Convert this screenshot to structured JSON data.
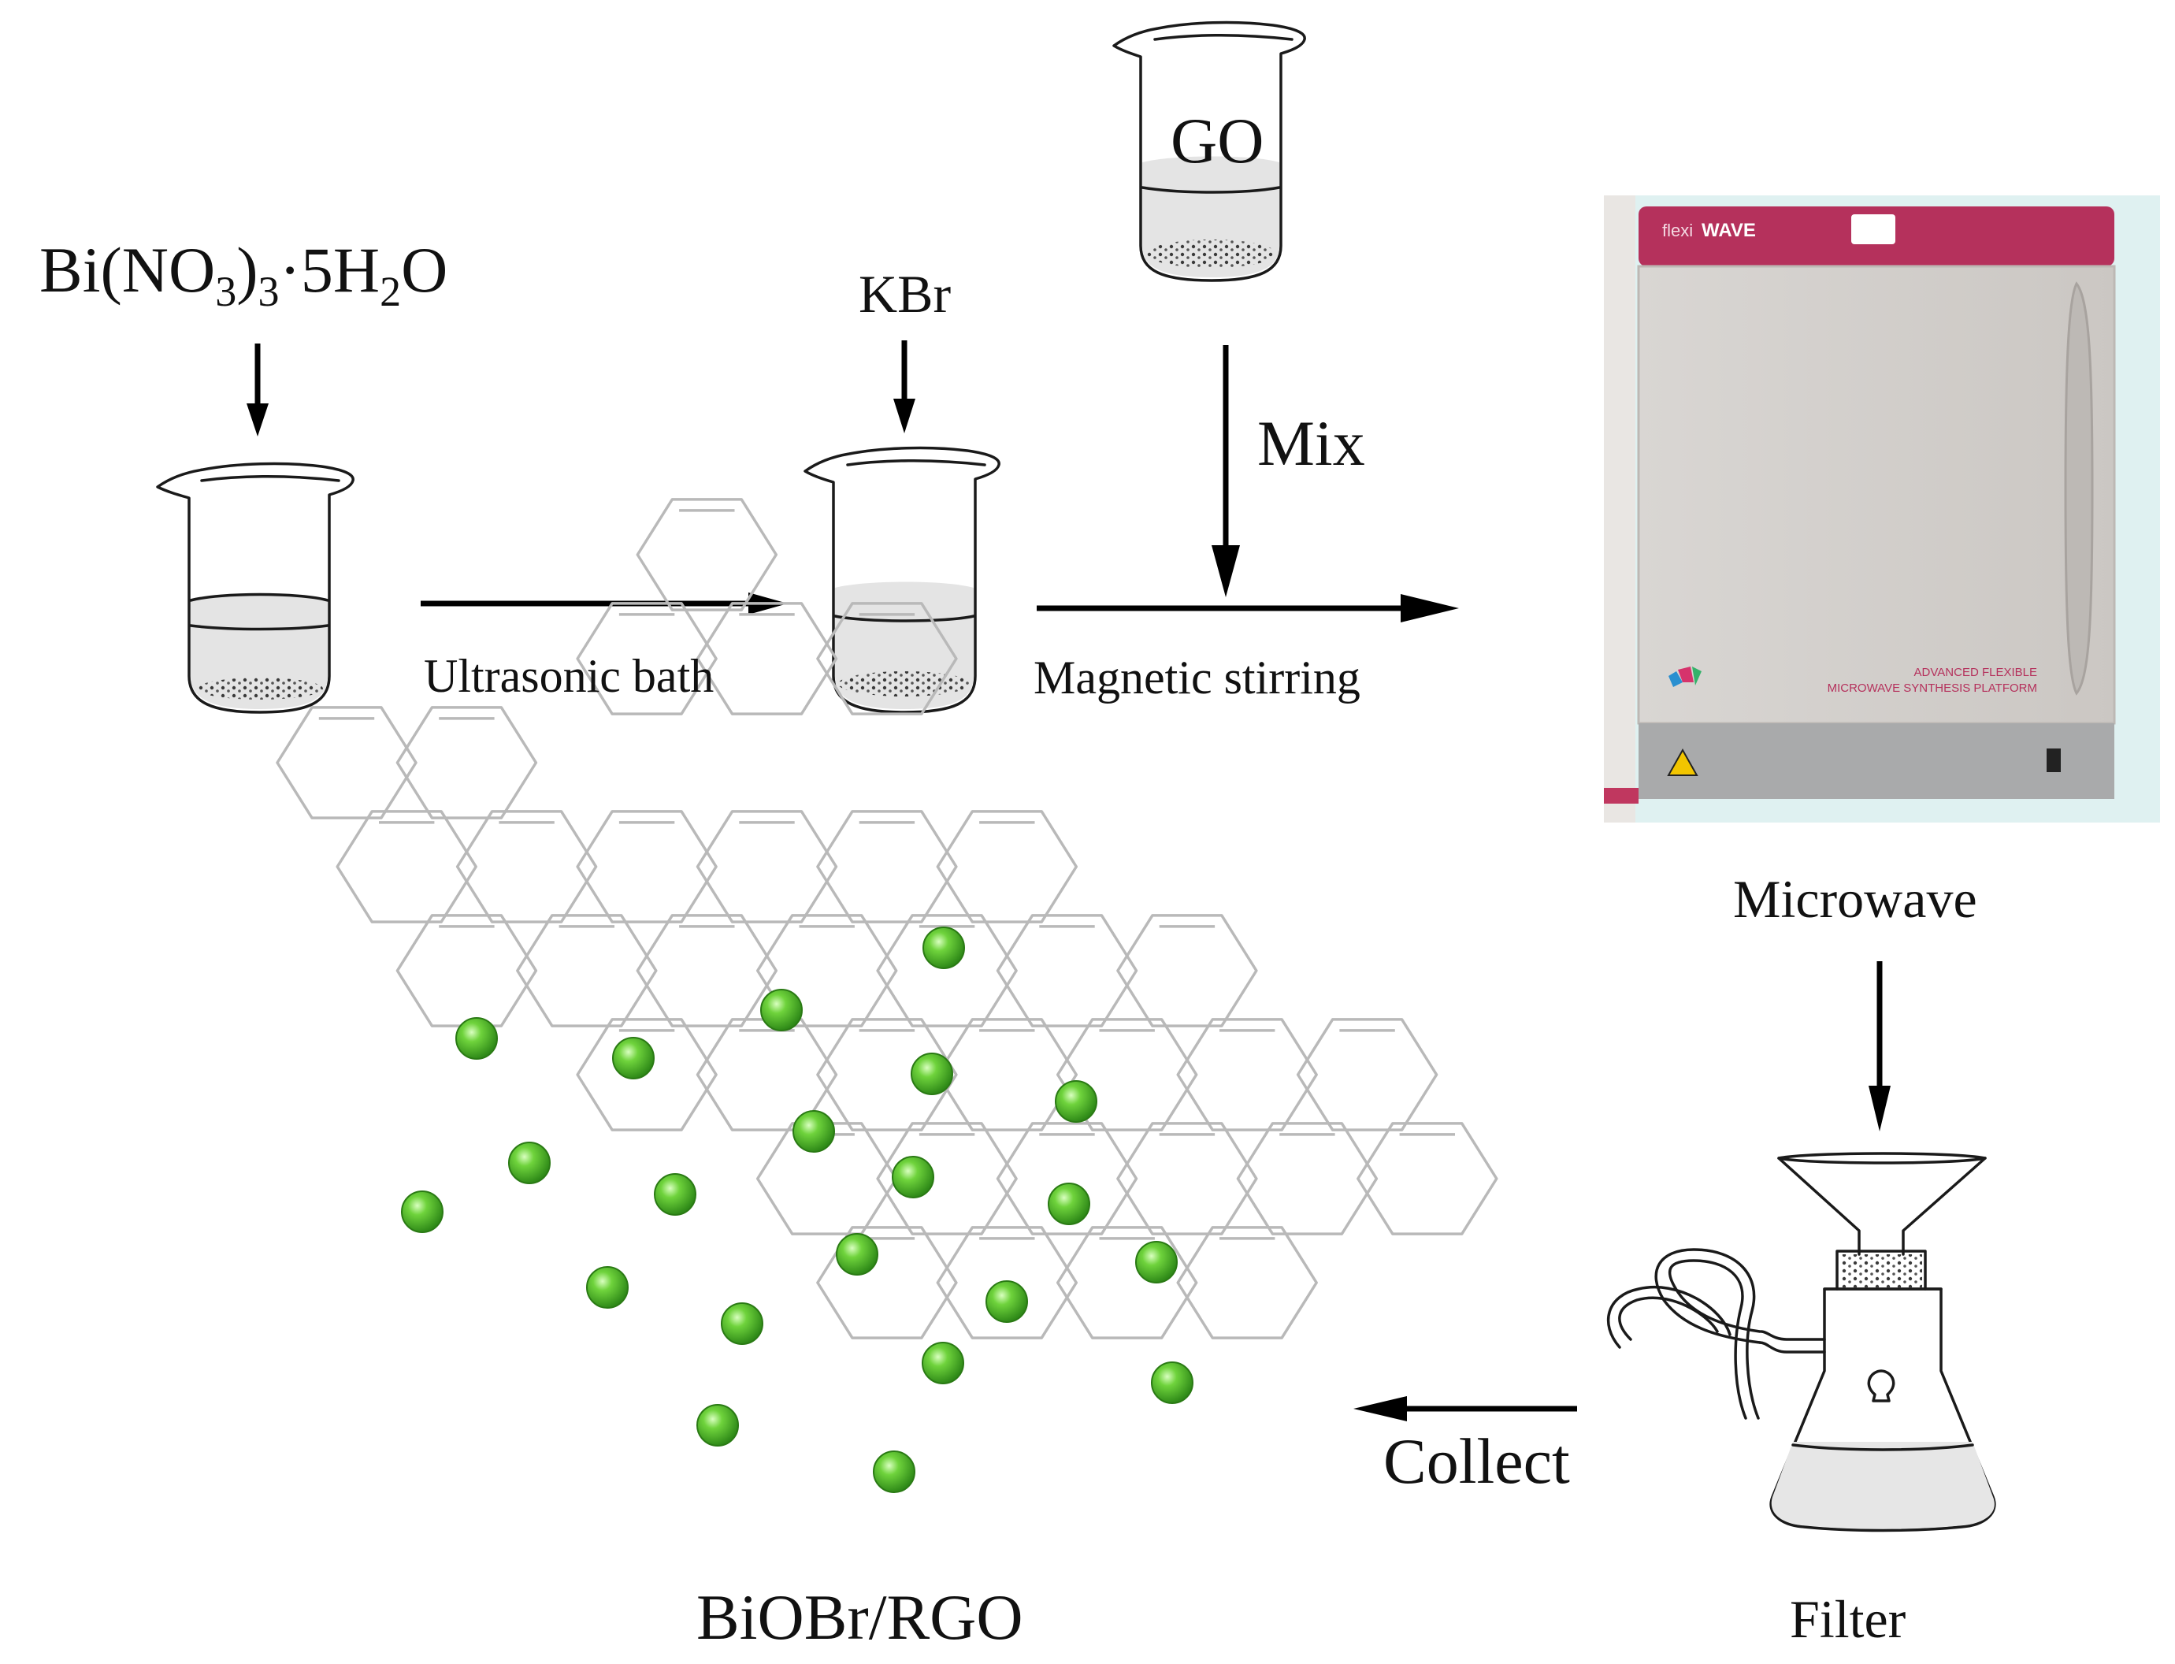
{
  "labels": {
    "reagent_bi": "Bi(NO",
    "reagent_bi_sub3a": "3",
    "reagent_bi_paren": ")",
    "reagent_bi_sub3b": "3",
    "reagent_bi_dot": "·5H",
    "reagent_bi_sub2": "2",
    "reagent_bi_o": "O",
    "kbr": "KBr",
    "go": "GO",
    "mix": "Mix",
    "ultrasonic": "Ultrasonic bath",
    "magnetic": "Magnetic stirring",
    "microwave": "Microwave",
    "filter": "Filter",
    "collect": "Collect",
    "product": "BiOBr/RGO"
  },
  "device": {
    "brand_small": "flexi",
    "brand_big": "WAVE",
    "tagline_1": "ADVANCED FLEXIBLE",
    "tagline_2": "MICROWAVE SYNTHESIS PLATFORM",
    "accent_color": "#b5315c",
    "body_color": "#d6d3d0"
  },
  "colors": {
    "particle": "#5fc832",
    "hex_line": "#b9b9b9"
  }
}
